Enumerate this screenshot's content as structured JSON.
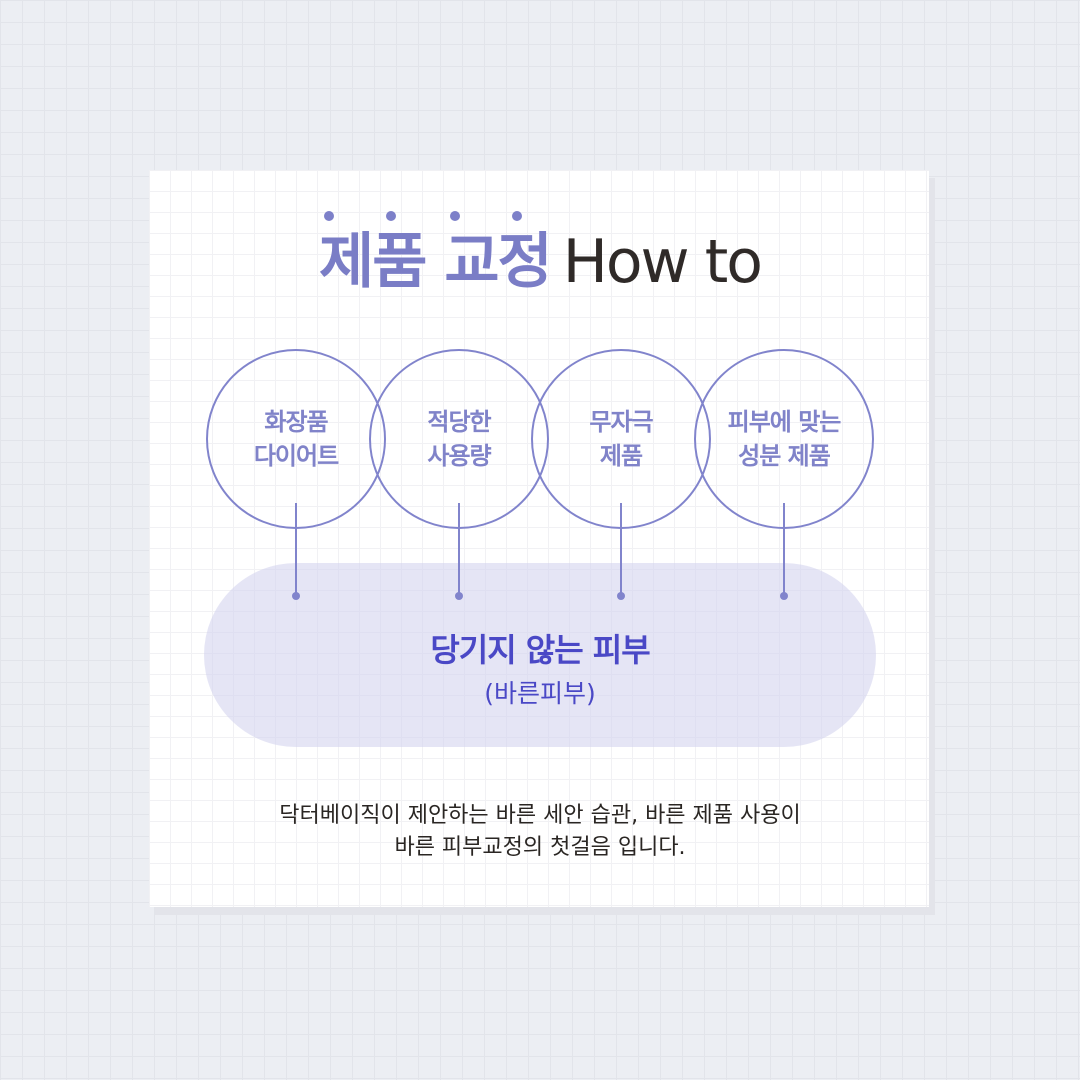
{
  "title": {
    "korean": "제품 교정",
    "english": "How to"
  },
  "circles": [
    {
      "line1": "화장품",
      "line2": "다이어트"
    },
    {
      "line1": "적당한",
      "line2": "사용량"
    },
    {
      "line1": "무자극",
      "line2": "제품"
    },
    {
      "line1": "피부에 맞는",
      "line2": "성분 제품"
    }
  ],
  "result": {
    "main": "당기지 않는 피부",
    "sub": "(바른피부)"
  },
  "description": {
    "line1": "닥터베이직이 제안하는 바른 세안 습관, 바른 제품 사용이",
    "line2": "바른 피부교정의 첫걸음 입니다."
  },
  "colors": {
    "accent": "#7a7dc6",
    "result_text": "#4a48c6",
    "pill": "#e4e4f3"
  }
}
